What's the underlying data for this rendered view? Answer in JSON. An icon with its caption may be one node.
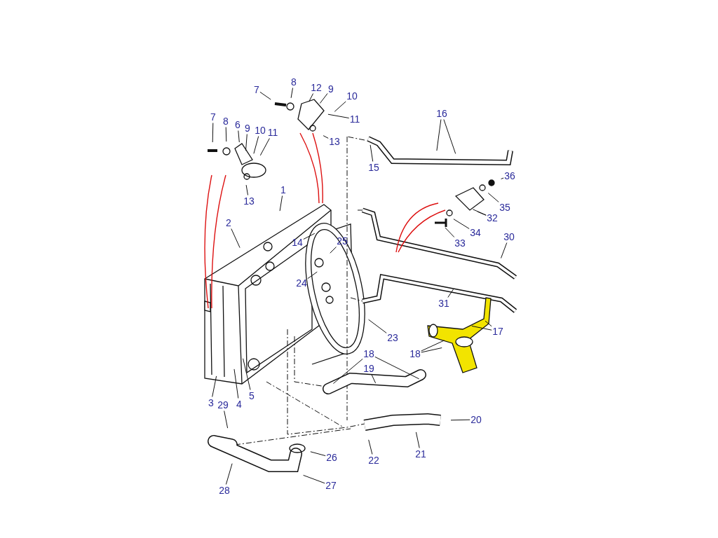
{
  "diagram": {
    "nodes": [
      {
        "text": [
          "1"
        ]
      },
      {
        "text": [
          "2"
        ]
      },
      {
        "text": [
          "3"
        ]
      },
      {
        "text": [
          "4"
        ]
      },
      {
        "text": [
          "5"
        ]
      },
      {
        "text": [
          "6"
        ]
      },
      {
        "text": [
          "7"
        ]
      },
      {
        "text": [
          "8"
        ]
      },
      {
        "text": [
          "9"
        ]
      },
      {
        "text": [
          "10"
        ]
      },
      {
        "text": [
          "11"
        ]
      },
      {
        "text": [
          "13"
        ]
      },
      {
        "text": [
          "7"
        ]
      },
      {
        "text": [
          "8"
        ]
      },
      {
        "text": [
          "12"
        ]
      },
      {
        "text": [
          "9"
        ]
      },
      {
        "text": [
          "10"
        ]
      },
      {
        "text": [
          "11"
        ]
      },
      {
        "text": [
          "13"
        ]
      },
      {
        "text": [
          "15"
        ]
      },
      {
        "text": [
          "16"
        ]
      },
      {
        "text": [
          "36"
        ]
      },
      {
        "text": [
          "35"
        ]
      },
      {
        "text": [
          "32"
        ]
      },
      {
        "text": [
          "34"
        ]
      },
      {
        "text": [
          "33"
        ]
      },
      {
        "text": [
          "30"
        ]
      },
      {
        "text": [
          "31"
        ]
      },
      {
        "text": [
          "14"
        ]
      },
      {
        "text": [
          "25"
        ]
      },
      {
        "text": [
          "24"
        ]
      },
      {
        "text": [
          "23"
        ]
      },
      {
        "text": [
          "17"
        ]
      },
      {
        "text": [
          "18"
        ]
      },
      {
        "text": [
          "18"
        ]
      },
      {
        "text": [
          "19"
        ]
      },
      {
        "text": [
          "20"
        ]
      },
      {
        "text": [
          "21"
        ]
      },
      {
        "text": [
          "22"
        ]
      },
      {
        "text": [
          "29"
        ]
      },
      {
        "text": [
          "26"
        ]
      },
      {
        "text": [
          "27"
        ]
      },
      {
        "text": [
          "28"
        ]
      }
    ],
    "edges": [
      {
        "from": 0,
        "to": null,
        "arrow": "none"
      },
      {
        "from": 1,
        "to": null,
        "arrow": "none"
      },
      {
        "from": 2,
        "to": null,
        "arrow": "none"
      },
      {
        "from": 3,
        "to": null,
        "arrow": "none"
      },
      {
        "from": 4,
        "to": null,
        "arrow": "none"
      },
      {
        "from": 5,
        "to": null,
        "arrow": "none"
      },
      {
        "from": 6,
        "to": null,
        "arrow": "none"
      },
      {
        "from": 7,
        "to": null,
        "arrow": "none"
      },
      {
        "from": 8,
        "to": null,
        "arrow": "none"
      },
      {
        "from": 9,
        "to": null,
        "arrow": "none"
      },
      {
        "from": 10,
        "to": null,
        "arrow": "none"
      },
      {
        "from": 11,
        "to": null,
        "arrow": "none"
      },
      {
        "from": 12,
        "to": null,
        "arrow": "none"
      },
      {
        "from": 13,
        "to": null,
        "arrow": "none"
      },
      {
        "from": 14,
        "to": null,
        "arrow": "none"
      },
      {
        "from": 15,
        "to": null,
        "arrow": "none"
      },
      {
        "from": 16,
        "to": null,
        "arrow": "none"
      },
      {
        "from": 17,
        "to": null,
        "arrow": "none"
      },
      {
        "from": 18,
        "to": null,
        "arrow": "none"
      },
      {
        "from": 19,
        "to": null,
        "arrow": "none"
      },
      {
        "from": 20,
        "to": null,
        "arrow": "none"
      },
      {
        "from": 20,
        "to": null,
        "arrow": "none"
      },
      {
        "from": 21,
        "to": null,
        "arrow": "none"
      },
      {
        "from": 22,
        "to": null,
        "arrow": "none"
      },
      {
        "from": 23,
        "to": null,
        "arrow": "none"
      },
      {
        "from": 23,
        "to": null,
        "arrow": "none"
      },
      {
        "from": 24,
        "to": null,
        "arrow": "none"
      },
      {
        "from": 25,
        "to": null,
        "arrow": "none"
      },
      {
        "from": 26,
        "to": null,
        "arrow": "none"
      },
      {
        "from": 27,
        "to": null,
        "arrow": "none"
      },
      {
        "from": 28,
        "to": null,
        "arrow": "none"
      },
      {
        "from": 29,
        "to": null,
        "arrow": "none"
      },
      {
        "from": 30,
        "to": null,
        "arrow": "none"
      },
      {
        "from": 31,
        "to": null,
        "arrow": "none"
      },
      {
        "from": 32,
        "to": null,
        "arrow": "none"
      },
      {
        "from": 32,
        "to": null,
        "arrow": "none"
      },
      {
        "from": 33,
        "to": null,
        "arrow": "none"
      },
      {
        "from": 33,
        "to": null,
        "arrow": "none"
      },
      {
        "from": 34,
        "to": null,
        "arrow": "none"
      },
      {
        "from": 34,
        "to": null,
        "arrow": "none"
      },
      {
        "from": 35,
        "to": null,
        "arrow": "none"
      },
      {
        "from": 36,
        "to": null,
        "arrow": "none"
      },
      {
        "from": 37,
        "to": null,
        "arrow": "none"
      },
      {
        "from": 38,
        "to": null,
        "arrow": "none"
      },
      {
        "from": 39,
        "to": null,
        "arrow": "none"
      },
      {
        "from": 40,
        "to": null,
        "arrow": "none"
      },
      {
        "from": 41,
        "to": null,
        "arrow": "none"
      },
      {
        "from": 42,
        "to": null,
        "arrow": "none"
      }
    ]
  }
}
